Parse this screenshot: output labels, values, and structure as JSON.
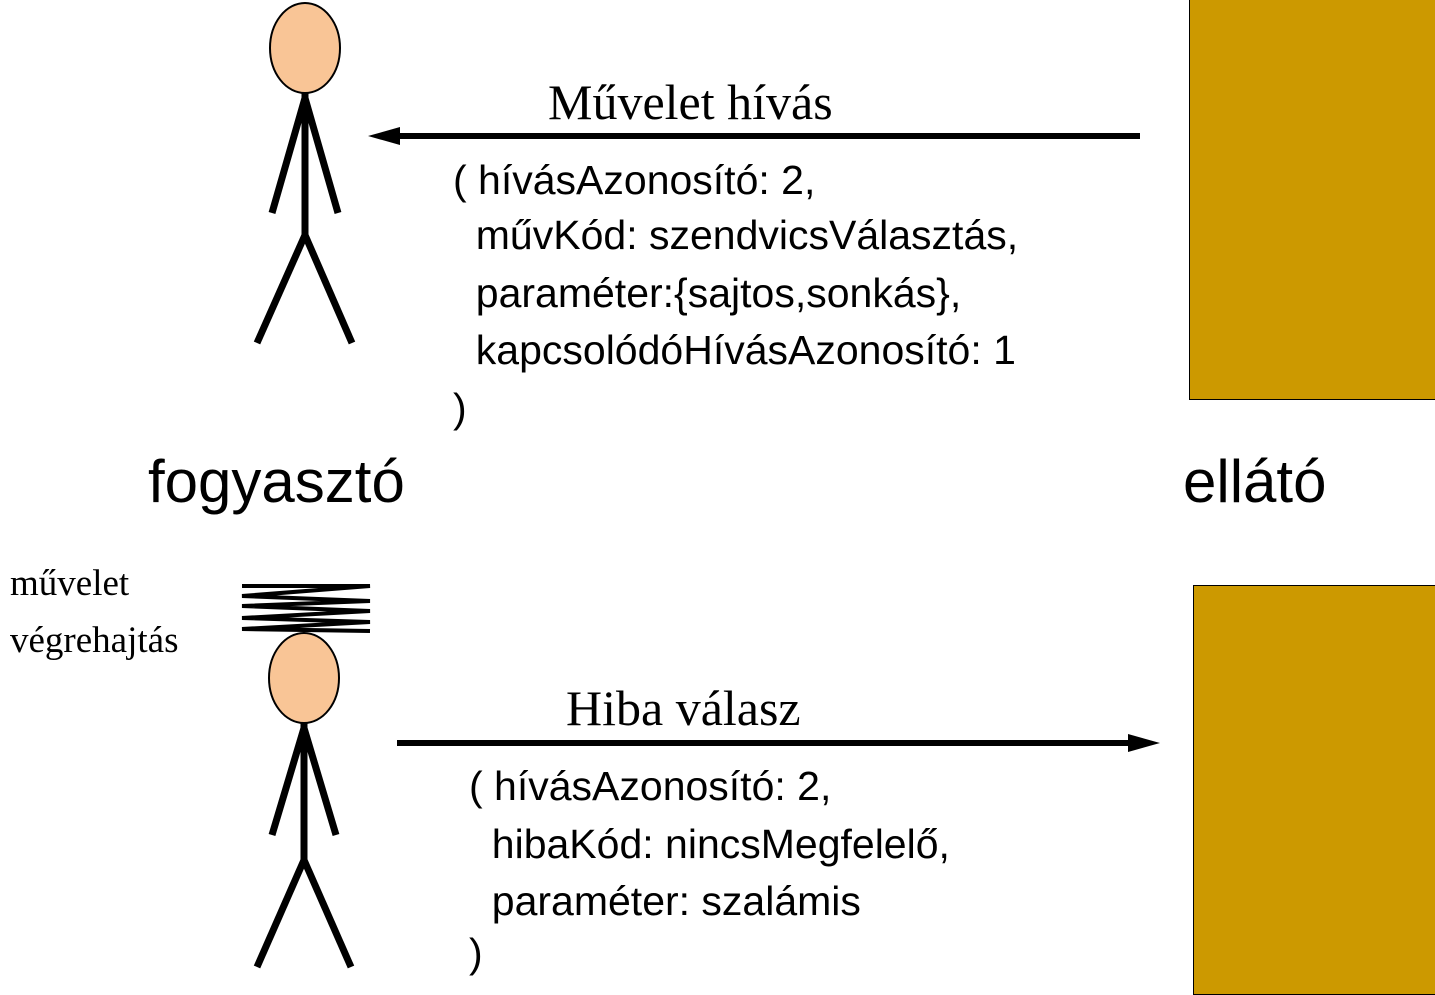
{
  "top": {
    "arrow_label": "Művelet hívás",
    "message_lines": [
      "( hívásAzonosító: 2,",
      "  művKód: szendvicsVálasztás,",
      "  paraméter:{sajtos,sonkás},",
      "  kapcsolódóHívásAzonosító: 1",
      ")"
    ]
  },
  "actors": {
    "consumer_label": "fogyasztó",
    "provider_label": "ellátó"
  },
  "bottom": {
    "execution_label_line1": "művelet",
    "execution_label_line2": "végrehajtás",
    "arrow_label": "Hiba válasz",
    "message_lines": [
      "( hívásAzonosító: 2,",
      "  hibaKód: nincsMegfelelő,",
      "  paraméter: szalámis",
      ")"
    ]
  },
  "colors": {
    "actor_head": "#f9c596",
    "provider_box": "#cc9900",
    "line": "#000000"
  }
}
